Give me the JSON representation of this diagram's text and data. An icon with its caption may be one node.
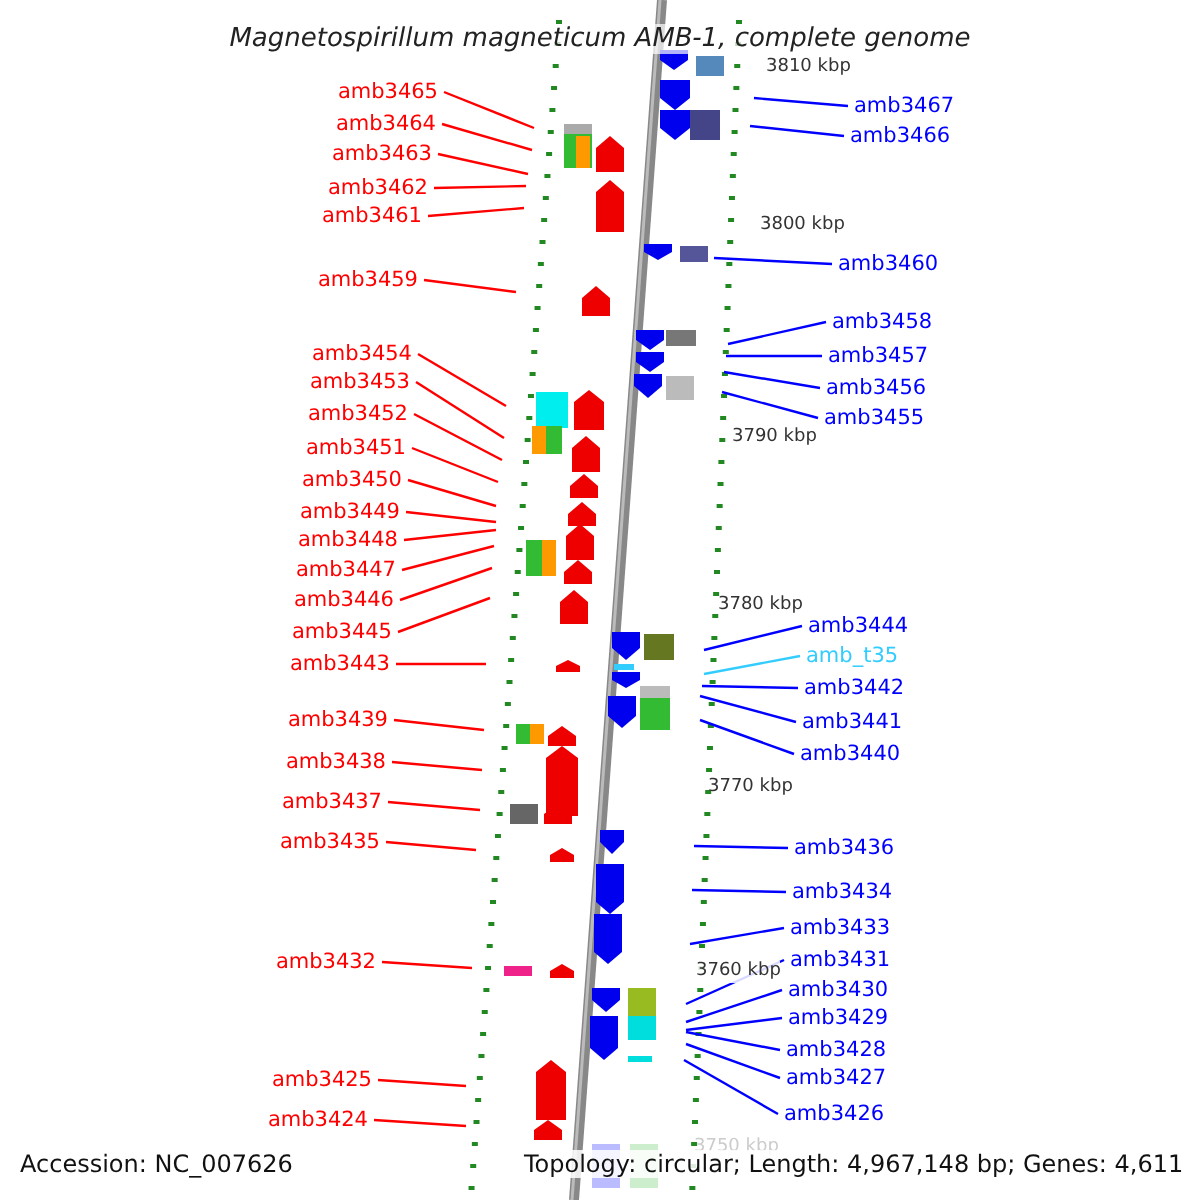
{
  "diagram": {
    "title": "Magnetospirillum magneticum AMB-1, complete genome",
    "nodes": [
      {
        "text": [
          "amb3465"
        ]
      },
      {
        "text": [
          "amb3464"
        ]
      },
      {
        "text": [
          "amb3463"
        ]
      },
      {
        "text": [
          "amb3462"
        ]
      },
      {
        "text": [
          "amb3461"
        ]
      },
      {
        "text": [
          "amb3459"
        ]
      },
      {
        "text": [
          "amb3454"
        ]
      },
      {
        "text": [
          "amb3453"
        ]
      },
      {
        "text": [
          "amb3452"
        ]
      },
      {
        "text": [
          "amb3451"
        ]
      },
      {
        "text": [
          "amb3450"
        ]
      },
      {
        "text": [
          "amb3449"
        ]
      },
      {
        "text": [
          "amb3448"
        ]
      },
      {
        "text": [
          "amb3447"
        ]
      },
      {
        "text": [
          "amb3446"
        ]
      },
      {
        "text": [
          "amb3445"
        ]
      },
      {
        "text": [
          "amb3443"
        ]
      },
      {
        "text": [
          "amb3439"
        ]
      },
      {
        "text": [
          "amb3438"
        ]
      },
      {
        "text": [
          "amb3437"
        ]
      },
      {
        "text": [
          "amb3435"
        ]
      },
      {
        "text": [
          "amb3432"
        ]
      },
      {
        "text": [
          "amb3425"
        ]
      },
      {
        "text": [
          "amb3424"
        ]
      },
      {
        "text": [
          "amb3467"
        ]
      },
      {
        "text": [
          "amb3466"
        ]
      },
      {
        "text": [
          "amb3460"
        ]
      },
      {
        "text": [
          "amb3458"
        ]
      },
      {
        "text": [
          "amb3457"
        ]
      },
      {
        "text": [
          "amb3456"
        ]
      },
      {
        "text": [
          "amb3455"
        ]
      },
      {
        "text": [
          "amb3444"
        ]
      },
      {
        "text": [
          "amb_t35"
        ]
      },
      {
        "text": [
          "amb3442"
        ]
      },
      {
        "text": [
          "amb3441"
        ]
      },
      {
        "text": [
          "amb3440"
        ]
      },
      {
        "text": [
          "amb3436"
        ]
      },
      {
        "text": [
          "amb3434"
        ]
      },
      {
        "text": [
          "amb3433"
        ]
      },
      {
        "text": [
          "amb3431"
        ]
      },
      {
        "text": [
          "amb3430"
        ]
      },
      {
        "text": [
          "amb3429"
        ]
      },
      {
        "text": [
          "amb3428"
        ]
      },
      {
        "text": [
          "amb3427"
        ]
      },
      {
        "text": [
          "amb3426"
        ]
      }
    ],
    "edges": [
      {
        "from": 0,
        "to": null,
        "arrow": "none"
      },
      {
        "from": 1,
        "to": null,
        "arrow": "none"
      },
      {
        "from": 2,
        "to": null,
        "arrow": "none"
      },
      {
        "from": 3,
        "to": null,
        "arrow": "none"
      },
      {
        "from": 4,
        "to": null,
        "arrow": "none"
      },
      {
        "from": 5,
        "to": null,
        "arrow": "none"
      },
      {
        "from": 6,
        "to": null,
        "arrow": "none"
      },
      {
        "from": 7,
        "to": null,
        "arrow": "none"
      },
      {
        "from": 8,
        "to": null,
        "arrow": "none"
      },
      {
        "from": 9,
        "to": null,
        "arrow": "none"
      },
      {
        "from": 10,
        "to": null,
        "arrow": "none"
      },
      {
        "from": 11,
        "to": null,
        "arrow": "none"
      },
      {
        "from": 12,
        "to": null,
        "arrow": "none"
      },
      {
        "from": 13,
        "to": null,
        "arrow": "none"
      },
      {
        "from": 14,
        "to": null,
        "arrow": "none"
      },
      {
        "from": 15,
        "to": null,
        "arrow": "none"
      },
      {
        "from": 16,
        "to": null,
        "arrow": "none"
      },
      {
        "from": 17,
        "to": null,
        "arrow": "none"
      },
      {
        "from": 18,
        "to": null,
        "arrow": "none"
      },
      {
        "from": 19,
        "to": null,
        "arrow": "none"
      },
      {
        "from": 20,
        "to": null,
        "arrow": "none"
      },
      {
        "from": 21,
        "to": null,
        "arrow": "none"
      },
      {
        "from": 22,
        "to": null,
        "arrow": "none"
      },
      {
        "from": 23,
        "to": null,
        "arrow": "none"
      },
      {
        "from": 24,
        "to": null,
        "arrow": "none",
        "color": "#0000ff"
      },
      {
        "from": 25,
        "to": null,
        "arrow": "none",
        "color": "#0000ff"
      },
      {
        "from": 26,
        "to": null,
        "arrow": "none",
        "color": "#0000ff"
      },
      {
        "from": 27,
        "to": null,
        "arrow": "none",
        "color": "#0000ff"
      },
      {
        "from": 28,
        "to": null,
        "arrow": "none",
        "color": "#0000ff"
      },
      {
        "from": 29,
        "to": null,
        "arrow": "none",
        "color": "#0000ff"
      },
      {
        "from": 30,
        "to": null,
        "arrow": "none",
        "color": "#0000ff"
      },
      {
        "from": 31,
        "to": null,
        "arrow": "none",
        "color": "#0000ff"
      },
      {
        "from": 32,
        "to": null,
        "arrow": "none",
        "color": "#33ccff"
      },
      {
        "from": 33,
        "to": null,
        "arrow": "none",
        "color": "#0000ff"
      },
      {
        "from": 34,
        "to": null,
        "arrow": "none",
        "color": "#0000ff"
      },
      {
        "from": 35,
        "to": null,
        "arrow": "none",
        "color": "#0000ff"
      },
      {
        "from": 36,
        "to": null,
        "arrow": "none",
        "color": "#0000ff"
      },
      {
        "from": 37,
        "to": null,
        "arrow": "none",
        "color": "#0000ff"
      },
      {
        "from": 38,
        "to": null,
        "arrow": "none",
        "color": "#0000ff"
      },
      {
        "from": 39,
        "to": null,
        "arrow": "none",
        "color": "#0000ff"
      },
      {
        "from": 40,
        "to": null,
        "arrow": "none",
        "color": "#0000ff"
      },
      {
        "from": 41,
        "to": null,
        "arrow": "none",
        "color": "#0000ff"
      },
      {
        "from": 42,
        "to": null,
        "arrow": "none",
        "color": "#0000ff"
      },
      {
        "from": 43,
        "to": null,
        "arrow": "none",
        "color": "#0000ff"
      },
      {
        "from": 44,
        "to": null,
        "arrow": "none",
        "color": "#0000ff"
      }
    ],
    "labels": [
      "3810 kbp",
      "3800 kbp",
      "3790 kbp",
      "3780 kbp",
      "3770 kbp",
      "3760 kbp",
      "3750 kbp",
      "Accession: NC_007626",
      "Topology: circular; Length: 4,967,148 bp; Genes: 4,611"
    ]
  }
}
